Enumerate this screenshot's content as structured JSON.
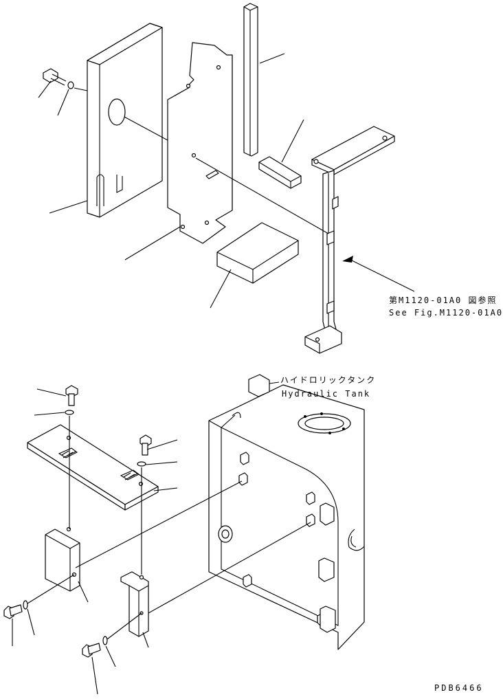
{
  "labels": {
    "fig_ref_jp": "第M1120-01A0 図参照",
    "fig_ref_en": "See Fig.M1120-01A0",
    "tank_jp": "ハイドロリックタンク",
    "tank_en": "Hydraulic Tank",
    "drawing_no": "PDB6466"
  }
}
